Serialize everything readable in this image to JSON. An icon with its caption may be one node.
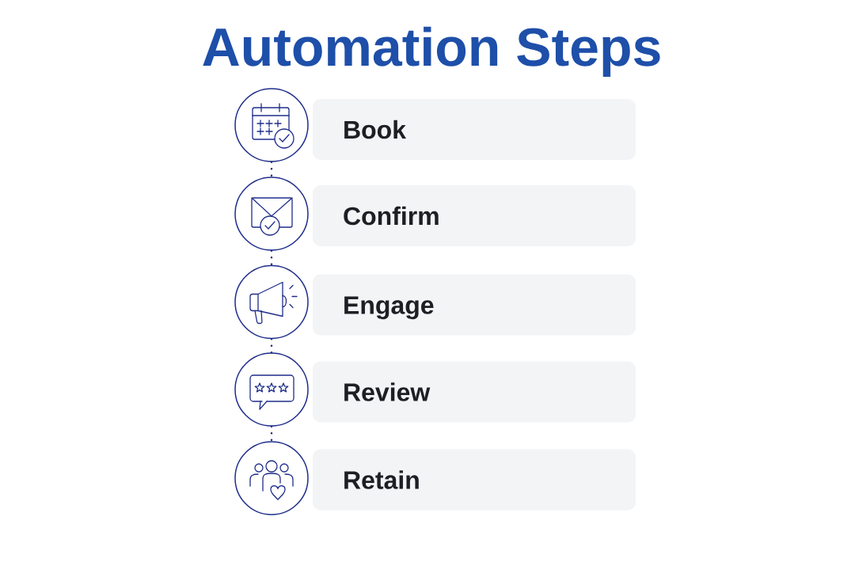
{
  "diagram": {
    "title": "Automation Steps",
    "nodes": [
      {
        "text": [],
        "shape": "circle"
      },
      {
        "text": [
          "Book"
        ]
      },
      {
        "text": [],
        "shape": "circle"
      },
      {
        "text": [
          "Confirm"
        ]
      },
      {
        "text": [],
        "shape": "circle"
      },
      {
        "text": [
          "Engage"
        ]
      },
      {
        "text": [],
        "shape": "circle"
      },
      {
        "text": [
          "Review"
        ]
      },
      {
        "text": [],
        "shape": "circle"
      },
      {
        "text": [
          "Retain"
        ]
      }
    ],
    "edges": [
      {
        "from": 0,
        "to": 2,
        "arrow": "none",
        "style": "dashed"
      },
      {
        "from": 2,
        "to": 4,
        "arrow": "none",
        "style": "dashed"
      },
      {
        "from": 4,
        "to": 6,
        "arrow": "none",
        "style": "dashed"
      },
      {
        "from": 6,
        "to": 8,
        "arrow": "none",
        "style": "dashed"
      }
    ]
  }
}
